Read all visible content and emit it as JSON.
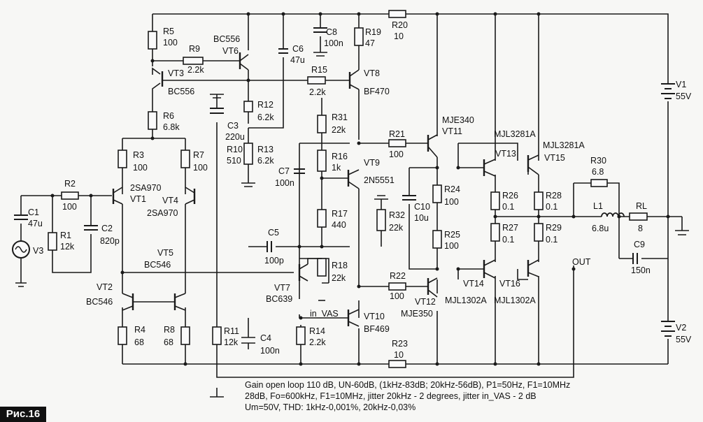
{
  "components": {
    "R5": {
      "ref": "R5",
      "val": "100"
    },
    "R9": {
      "ref": "R9",
      "val": "2.2k"
    },
    "VT6": {
      "part": "BC556",
      "ref": "VT6"
    },
    "C6": {
      "ref": "C6",
      "val": "47u"
    },
    "C8": {
      "ref": "C8",
      "val": "100n"
    },
    "R19": {
      "ref": "R19",
      "val": "47"
    },
    "R20": {
      "ref": "R20",
      "val": "10"
    },
    "VT3": {
      "ref": "VT3",
      "part": "BC556"
    },
    "R15": {
      "ref": "R15",
      "val": "2.2k"
    },
    "VT8": {
      "ref": "VT8",
      "part": "BF470"
    },
    "R12": {
      "ref": "R12",
      "val": "6.2k"
    },
    "R6": {
      "ref": "R6",
      "val": "6.8k"
    },
    "C3": {
      "ref": "C3",
      "val": "220u"
    },
    "R31": {
      "ref": "R31",
      "val": "22k"
    },
    "VT11": {
      "part": "MJE340",
      "ref": "VT11"
    },
    "VT13": {
      "part": "MJL3281A",
      "ref": "VT13"
    },
    "VT15": {
      "part": "MJL3281A",
      "ref": "VT15"
    },
    "R21": {
      "ref": "R21",
      "val": "100"
    },
    "R3": {
      "ref": "R3",
      "val": "100"
    },
    "R7": {
      "ref": "R7",
      "val": "100"
    },
    "R10": {
      "ref": "R10",
      "val": "510"
    },
    "R13": {
      "ref": "R13",
      "val": "6.2k"
    },
    "R16": {
      "ref": "R16",
      "val": "1k"
    },
    "VT9": {
      "ref": "VT9",
      "part": "2N5551"
    },
    "C7": {
      "ref": "C7",
      "val": "100n"
    },
    "R30": {
      "ref": "R30",
      "val": "6.8"
    },
    "R2": {
      "ref": "R2",
      "val": "100"
    },
    "VT1": {
      "part": "2SA970",
      "ref": "VT1"
    },
    "VT4": {
      "ref": "VT4",
      "part": "2SA970"
    },
    "R24": {
      "ref": "R24",
      "val": "100"
    },
    "R26": {
      "ref": "R26",
      "val": "0.1"
    },
    "R28": {
      "ref": "R28",
      "val": "0.1"
    },
    "L1": {
      "ref": "L1",
      "val": "6.8u"
    },
    "RL": {
      "ref": "RL",
      "val": "8"
    },
    "C1": {
      "ref": "C1",
      "val": "47u"
    },
    "R1": {
      "ref": "R1",
      "val": "12k"
    },
    "C2": {
      "ref": "C2",
      "val": "820p"
    },
    "R17": {
      "ref": "R17",
      "val": "440"
    },
    "R32": {
      "ref": "R32",
      "val": "22k"
    },
    "C10": {
      "ref": "C10",
      "val": "10u"
    },
    "R27": {
      "ref": "R27",
      "val": "0.1"
    },
    "R29": {
      "ref": "R29",
      "val": "0.1"
    },
    "V3": {
      "ref": "V3"
    },
    "C5": {
      "ref": "C5",
      "val": "100p"
    },
    "R25": {
      "ref": "R25",
      "val": "100"
    },
    "C9": {
      "ref": "C9",
      "val": "150n"
    },
    "VT5": {
      "ref": "VT5",
      "part": "BC546"
    },
    "R18": {
      "ref": "R18",
      "val": "22k"
    },
    "VT2": {
      "ref": "VT2",
      "part": "BC546"
    },
    "VT7": {
      "ref": "VT7",
      "part": "BC639"
    },
    "R22": {
      "ref": "R22",
      "val": "100"
    },
    "VT12": {
      "ref": "VT12",
      "part": "MJE350"
    },
    "VT14": {
      "ref": "VT14",
      "part": "MJL1302A"
    },
    "VT16": {
      "ref": "VT16",
      "part": "MJL1302A"
    },
    "VT10": {
      "ref": "VT10",
      "part": "BF469"
    },
    "R4": {
      "ref": "R4",
      "val": "68"
    },
    "R8": {
      "ref": "R8",
      "val": "68"
    },
    "R11": {
      "ref": "R11",
      "val": "12k"
    },
    "C4": {
      "ref": "C4",
      "val": "100n"
    },
    "R14": {
      "ref": "R14",
      "val": "2.2k"
    },
    "R23": {
      "ref": "R23",
      "val": "10"
    },
    "V1": {
      "ref": "V1",
      "val": "55V"
    },
    "V2": {
      "ref": "V2",
      "val": "55V"
    }
  },
  "nets": {
    "in_vas": "in_VAS",
    "out": "OUT"
  },
  "caption": {
    "line1": "Gain open loop 110 dB, UN-60dB, (1kHz-83dB; 20kHz-56dB), P1=50Hz, F1=10MHz",
    "line2": "28dB, Fo=600kHz, F1=10MHz, jitter 20kHz - 2 degrees, jitter in_VAS - 2 dB",
    "line3": "Um=50V, THD: 1kHz-0,001%, 20kHz-0,03%"
  },
  "figure_label": "Рис.16"
}
